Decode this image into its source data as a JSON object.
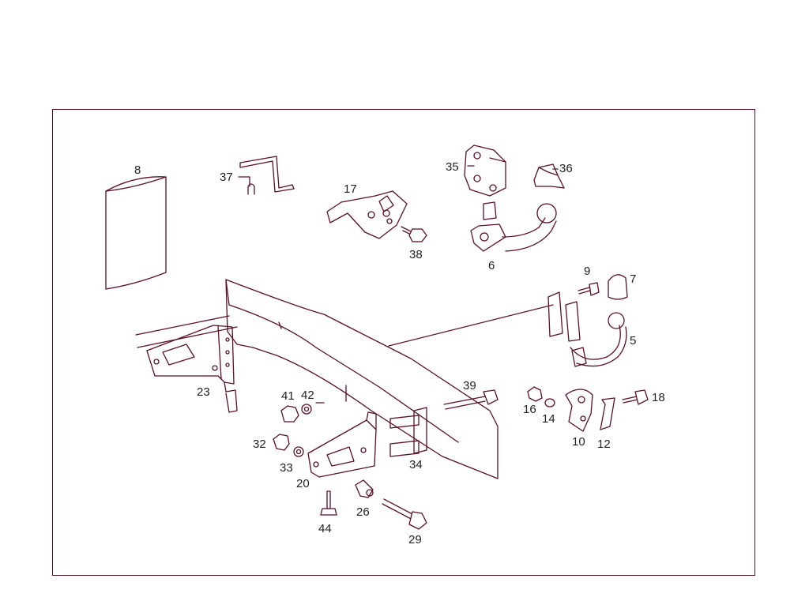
{
  "labels": {
    "l8": "8",
    "l37": "37",
    "l17": "17",
    "l35": "35",
    "l36": "36",
    "l38": "38",
    "l6": "6",
    "l9": "9",
    "l7": "7",
    "l5": "5",
    "l23": "23",
    "l41": "41",
    "l42": "42",
    "l39": "39",
    "l16": "16",
    "l14": "14",
    "l18": "18",
    "l10": "10",
    "l12": "12",
    "l32": "32",
    "l33": "33",
    "l34": "34",
    "l20": "20",
    "l26": "26",
    "l44": "44",
    "l29": "29"
  },
  "colors": {
    "line": "#5a0f25",
    "frame": "#4a1020",
    "text": "#222222"
  }
}
